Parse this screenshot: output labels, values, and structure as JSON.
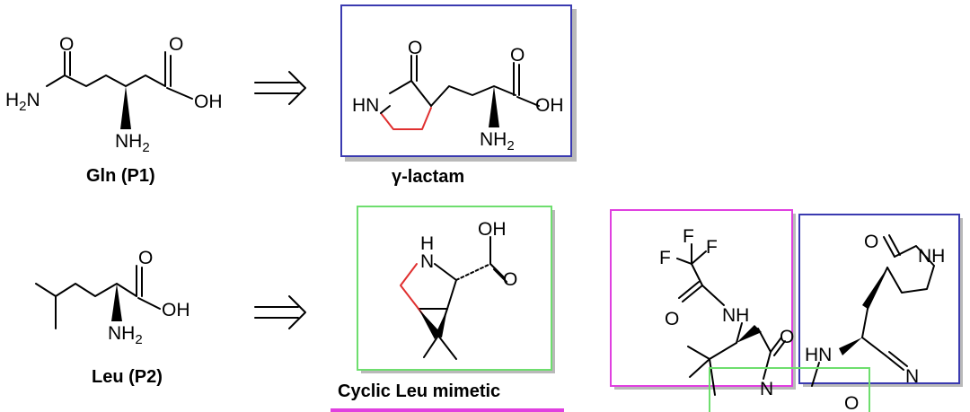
{
  "molecules": {
    "gln": {
      "caption": "Gln (P1)",
      "atoms": {
        "amide_n": "H",
        "amide_n_sub": "2",
        "amide_n2": "N",
        "amide_o": "O",
        "acid_o": "O",
        "acid_oh": "OH",
        "amine": "NH",
        "amine_sub": "2"
      }
    },
    "lactam": {
      "caption": "γ-lactam",
      "atoms": {
        "ring_n": "HN",
        "ring_o": "O",
        "acid_o": "O",
        "acid_oh": "OH",
        "amine": "NH",
        "amine_sub": "2"
      }
    },
    "leu": {
      "caption": "Leu (P2)",
      "atoms": {
        "acid_o": "O",
        "acid_oh": "OH",
        "amine": "NH",
        "amine_sub": "2"
      }
    },
    "cyclic_leu": {
      "caption": "Cyclic Leu mimetic",
      "atoms": {
        "ring_h": "H",
        "ring_n": "N",
        "acid_oh": "OH",
        "acid_o": "O"
      }
    },
    "final": {
      "atoms": {
        "f1": "F",
        "f2": "F",
        "f3": "F",
        "tfa_o": "O",
        "tfa_nh": "NH",
        "co_o": "O",
        "lactam_o": "O",
        "lactam_nh": "NH",
        "hn": "HN",
        "nitrile_n": "N",
        "pro_n": "N",
        "pro_o": "O"
      }
    }
  },
  "colors": {
    "blue_box": "#3a3ab0",
    "green_box": "#6ede6e",
    "magenta_box": "#e040e0",
    "red_bond": "#e03030"
  },
  "arrow": "retrosynthesis-arrow"
}
